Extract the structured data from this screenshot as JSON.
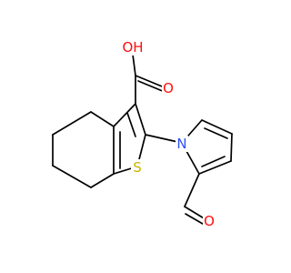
{
  "molecule": {
    "colors": {
      "bond": "#000000",
      "O": "#ff0d0d",
      "N": "#3050f8",
      "S": "#c8b400"
    },
    "atoms": {
      "hydroxyl_oxygen": "OH",
      "carbonyl_oxygen": "O",
      "pyrrole_nitrogen": "N",
      "thiophene_sulfur": "S",
      "aldehyde_oxygen": "O"
    }
  }
}
